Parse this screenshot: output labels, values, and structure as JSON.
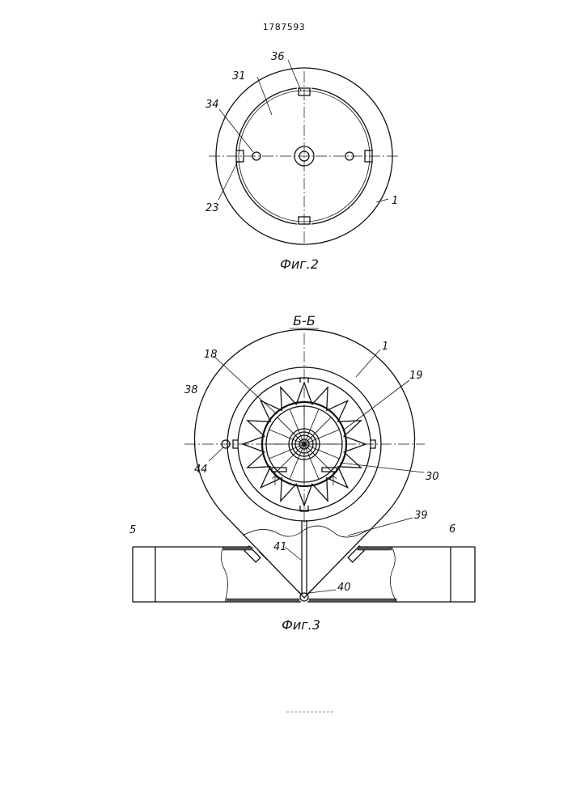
{
  "document": {
    "patent_number": "1787593"
  },
  "figure2": {
    "caption": "Фиг.2",
    "labels": {
      "l31": "31",
      "l36": "36",
      "l34": "34",
      "l23": "23",
      "l1": "1"
    }
  },
  "figure3": {
    "section_label": "Б-Б",
    "caption": "Фиг.3",
    "labels": {
      "l18": "18",
      "l1": "1",
      "l19": "19",
      "l38": "38",
      "l44": "44",
      "l30": "30",
      "l39": "39",
      "l5": "5",
      "l6": "6",
      "l41": "41",
      "l40": "40"
    }
  }
}
